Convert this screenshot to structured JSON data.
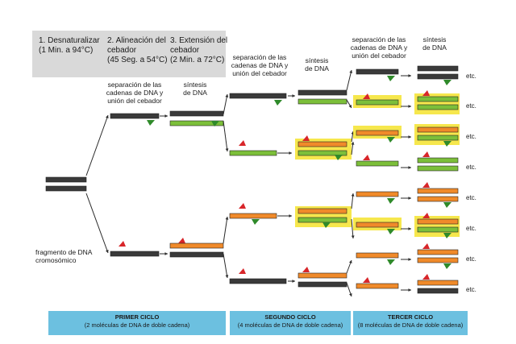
{
  "steps": [
    {
      "label": "1. Desnaturalizar\n(1 Min. a 94°C)"
    },
    {
      "label": "2. Alineación del\ncebador\n(45 Seg. a 54°C)"
    },
    {
      "label": "3. Extensión del\ncebador\n(2 Min. a 72°C)"
    }
  ],
  "labels": {
    "sep_c1": "separación de las\ncadenas de DNA y\nunión del cebador",
    "syn_c1": "síntesis\nde DNA",
    "sep_c2": "separación de las\ncadenas de DNA y\nunión del cebador",
    "syn_c2": "síntesis\nde DNA",
    "sep_c3": "separación de las\ncadenas de DNA y\nunión del cebador",
    "syn_c3": "síntesis\nde DNA",
    "fragment": "fragmento de DNA\ncromosómico",
    "etc": "etc."
  },
  "cycles": [
    {
      "title": "PRIMER CICLO",
      "subtitle": "(2 moléculas de DNA de doble cadena)"
    },
    {
      "title": "SEGUNDO CICLO",
      "subtitle": "(4 moléculas de DNA de doble cadena)"
    },
    {
      "title": "TERCER CICLO",
      "subtitle": "(8 moléculas de DNA de doble cadena)"
    }
  ],
  "colors": {
    "header_bg": "#d9d9d9",
    "panel": "#6cc0e0",
    "dark_strand": "#3a3a3a",
    "green_strand": "#7cbf3a",
    "orange_strand": "#f08a2a",
    "red_primer": "#d8262a",
    "green_primer": "#2f8a2a",
    "highlight": "#f5e43a",
    "arrow": "#2a2a2a"
  }
}
